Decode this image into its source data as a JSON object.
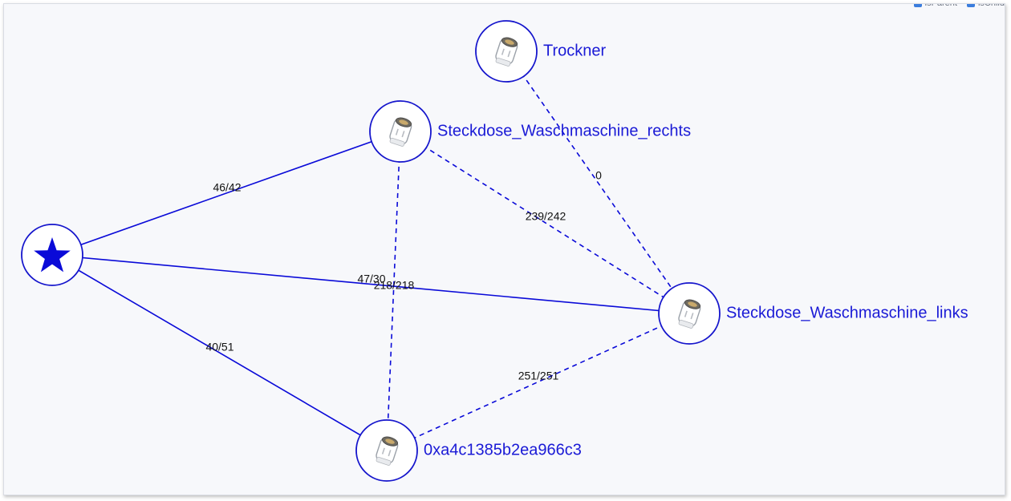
{
  "legend": {
    "items": [
      {
        "label": "isParent"
      },
      {
        "label": "isChild"
      }
    ]
  },
  "nodes": [
    {
      "id": "coordinator",
      "label": "",
      "icon": "star-icon"
    },
    {
      "id": "trockner",
      "label": "Trockner",
      "icon": "smart-plug-icon"
    },
    {
      "id": "rechts",
      "label": "Steckdose_Waschmaschine_rechts",
      "icon": "smart-plug-icon"
    },
    {
      "id": "links",
      "label": "Steckdose_Waschmaschine_links",
      "icon": "smart-plug-icon"
    },
    {
      "id": "hex",
      "label": "0xa4c1385b2ea966c3",
      "icon": "smart-plug-icon"
    }
  ],
  "edges": [
    {
      "from": "coordinator",
      "to": "rechts",
      "label": "46/42",
      "style": "solid"
    },
    {
      "from": "coordinator",
      "to": "links",
      "label": "47/30",
      "style": "solid"
    },
    {
      "from": "coordinator",
      "to": "hex",
      "label": "40/51",
      "style": "solid"
    },
    {
      "from": "trockner",
      "to": "links",
      "label": "0",
      "style": "dashed"
    },
    {
      "from": "rechts",
      "to": "links",
      "label": "239/242",
      "style": "dashed"
    },
    {
      "from": "rechts",
      "to": "hex",
      "label": "218/218",
      "style": "dashed"
    },
    {
      "from": "links",
      "to": "hex",
      "label": "251/251",
      "style": "dashed"
    }
  ],
  "colors": {
    "edge": "#0a0ad8",
    "node_border": "#1515cc",
    "node_fill": "#ffffff",
    "label": "#1a1ad6",
    "background": "#f7f8fb"
  }
}
